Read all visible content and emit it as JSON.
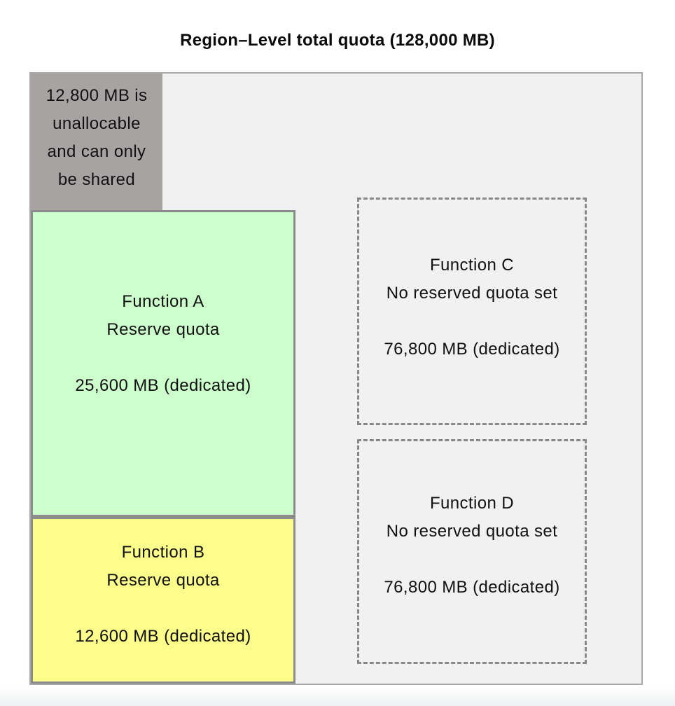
{
  "title": "Region–Level total quota (128,000 MB)",
  "colors": {
    "container_bg": "#f1f1f1",
    "container_border": "#a9a9a9",
    "unallocable_bg": "#a8a3a3",
    "function_a_bg": "#ccffcc",
    "function_b_bg": "#fdfd8b",
    "reserved_box_border": "#8c8c8c",
    "dashed_box_border": "#888888",
    "text": "#111111"
  },
  "unallocable_box": {
    "lines": [
      "12,800 MB is",
      "unallocable",
      "and can only",
      "be shared"
    ]
  },
  "functions": {
    "a": {
      "name": "Function A",
      "quota_label": "Reserve quota",
      "amount": "25,600 MB (dedicated)"
    },
    "b": {
      "name": "Function B",
      "quota_label": "Reserve quota",
      "amount": "12,600 MB (dedicated)"
    },
    "c": {
      "name": "Function C",
      "quota_label": "No reserved quota set",
      "amount": "76,800 MB (dedicated)"
    },
    "d": {
      "name": "Function D",
      "quota_label": "No reserved quota set",
      "amount": "76,800 MB (dedicated)"
    }
  }
}
